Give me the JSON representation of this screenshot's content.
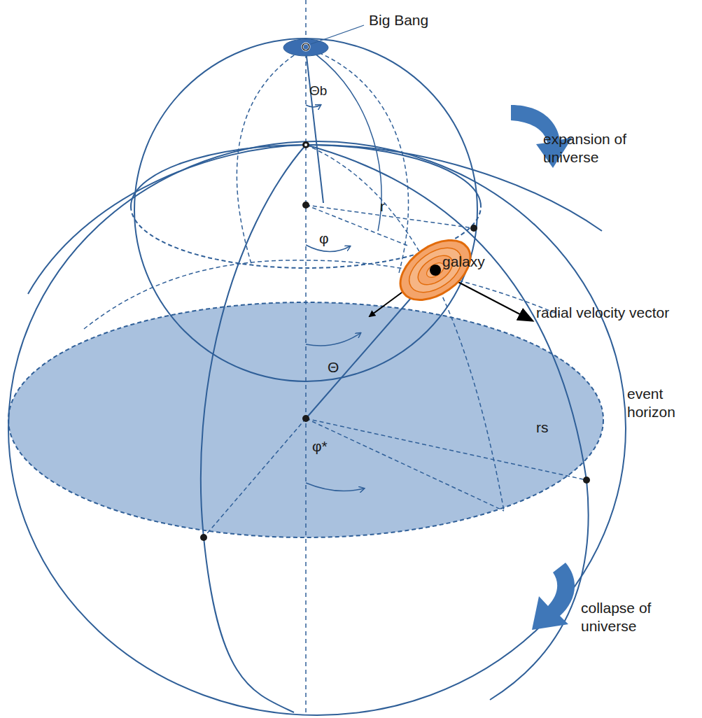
{
  "diagram": {
    "nodes": [
      {
        "text": [
          "galaxy"
        ]
      }
    ],
    "labels": [
      "Big Bang",
      "Θb",
      "expansion of universe",
      "r",
      "φ",
      "radial velocity vector",
      "Θ",
      "event horizon",
      "φ*",
      "rs",
      "collapse of universe"
    ]
  }
}
